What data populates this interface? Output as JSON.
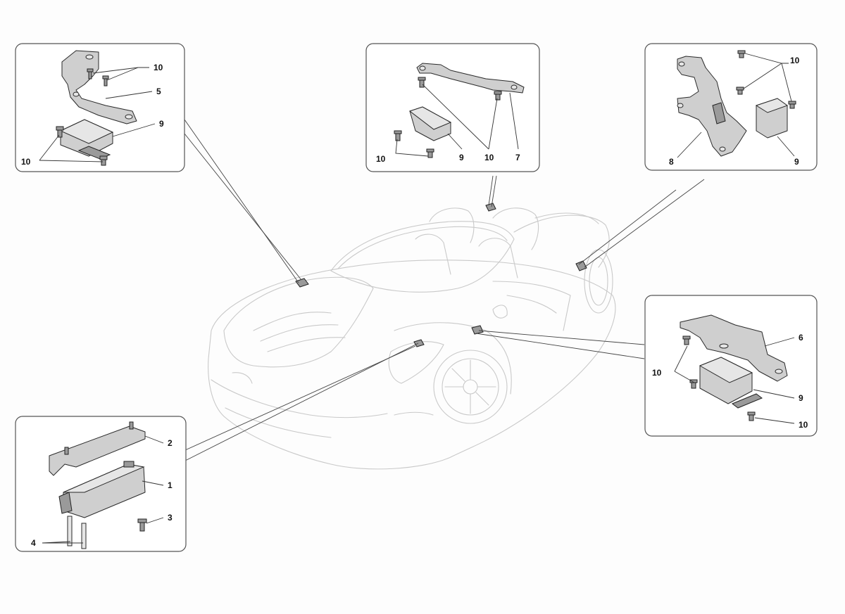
{
  "callouts": {
    "topLeft": {
      "c10a": "10",
      "c5": "5",
      "c9": "9",
      "c10b": "10"
    },
    "topCenter": {
      "c10a": "10",
      "c9": "9",
      "c10b": "10",
      "c7": "7"
    },
    "topRight": {
      "c10": "10",
      "c8": "8",
      "c9": "9"
    },
    "midRight": {
      "c6": "6",
      "c10a": "10",
      "c9": "9",
      "c10b": "10"
    },
    "bottomLeft": {
      "c2": "2",
      "c1": "1",
      "c3": "3",
      "c4": "4"
    }
  }
}
